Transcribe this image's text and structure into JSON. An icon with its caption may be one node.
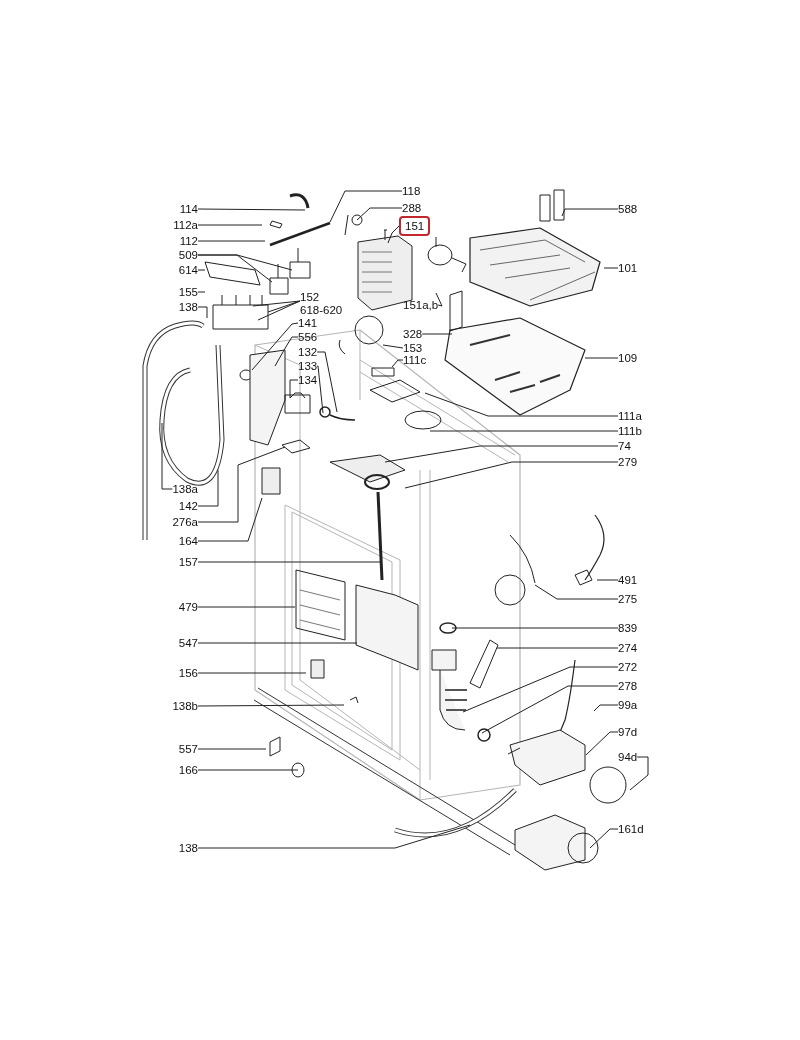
{
  "diagram": {
    "nodes": [
      {
        "text": [
          "114"
        ]
      },
      {
        "text": [
          "112a"
        ]
      },
      {
        "text": [
          "112"
        ]
      },
      {
        "text": [
          "509"
        ]
      },
      {
        "text": [
          "614"
        ]
      },
      {
        "text": [
          "155"
        ]
      },
      {
        "text": [
          "138"
        ]
      },
      {
        "text": [
          "152"
        ]
      },
      {
        "text": [
          "141"
        ]
      },
      {
        "text": [
          "556"
        ]
      },
      {
        "text": [
          "132"
        ]
      },
      {
        "text": [
          "133"
        ]
      },
      {
        "text": [
          "134"
        ]
      },
      {
        "text": [
          "138a"
        ]
      },
      {
        "text": [
          "142"
        ]
      },
      {
        "text": [
          "276a"
        ]
      },
      {
        "text": [
          "164"
        ]
      },
      {
        "text": [
          "157"
        ]
      },
      {
        "text": [
          "479"
        ]
      },
      {
        "text": [
          "547"
        ]
      },
      {
        "text": [
          "156"
        ]
      },
      {
        "text": [
          "138b"
        ]
      },
      {
        "text": [
          "557"
        ]
      },
      {
        "text": [
          "166"
        ]
      },
      {
        "text": [
          "138"
        ]
      },
      {
        "text": [
          "118"
        ]
      },
      {
        "text": [
          "288"
        ]
      },
      {
        "text": [
          "151"
        ]
      },
      {
        "text": [
          "151a,b"
        ]
      },
      {
        "text": [
          "328"
        ]
      },
      {
        "text": [
          "153"
        ]
      },
      {
        "text": [
          "111c"
        ]
      },
      {
        "text": [
          "588"
        ]
      },
      {
        "text": [
          "101"
        ]
      },
      {
        "text": [
          "109"
        ]
      },
      {
        "text": [
          "111a"
        ]
      },
      {
        "text": [
          "111b"
        ]
      },
      {
        "text": [
          "74"
        ]
      },
      {
        "text": [
          "279"
        ]
      },
      {
        "text": [
          "491"
        ]
      },
      {
        "text": [
          "275"
        ]
      },
      {
        "text": [
          "839"
        ]
      },
      {
        "text": [
          "274"
        ]
      },
      {
        "text": [
          "272"
        ]
      },
      {
        "text": [
          "278"
        ]
      },
      {
        "text": [
          "99a"
        ]
      },
      {
        "text": [
          "97d"
        ]
      },
      {
        "text": [
          "94d"
        ]
      },
      {
        "text": [
          "161d"
        ]
      }
    ],
    "edges": [
      {
        "from": 0,
        "to": null,
        "arrow": "none"
      },
      {
        "from": 1,
        "to": null,
        "arrow": "none"
      },
      {
        "from": 2,
        "to": null,
        "arrow": "none"
      },
      {
        "from": 3,
        "to": null,
        "arrow": "none"
      },
      {
        "from": 3,
        "to": null,
        "arrow": "none"
      },
      {
        "from": 4,
        "to": null,
        "arrow": "none"
      },
      {
        "from": 5,
        "to": null,
        "arrow": "none"
      },
      {
        "from": 6,
        "to": null,
        "arrow": "none"
      },
      {
        "from": 7,
        "to": null,
        "arrow": "none"
      },
      {
        "from": 7,
        "to": null,
        "arrow": "none"
      },
      {
        "from": 7,
        "to": null,
        "arrow": "none"
      },
      {
        "from": 8,
        "to": null,
        "arrow": "none"
      },
      {
        "from": 9,
        "to": null,
        "arrow": "none"
      },
      {
        "from": 10,
        "to": null,
        "arrow": "none"
      },
      {
        "from": 11,
        "to": null,
        "arrow": "none"
      },
      {
        "from": 12,
        "to": null,
        "arrow": "none"
      },
      {
        "from": 13,
        "to": null,
        "arrow": "none"
      },
      {
        "from": 14,
        "to": null,
        "arrow": "none"
      },
      {
        "from": 15,
        "to": null,
        "arrow": "none"
      },
      {
        "from": 16,
        "to": null,
        "arrow": "none"
      },
      {
        "from": 17,
        "to": null,
        "arrow": "none"
      },
      {
        "from": 18,
        "to": null,
        "arrow": "none"
      },
      {
        "from": 19,
        "to": null,
        "arrow": "none"
      },
      {
        "from": 20,
        "to": null,
        "arrow": "none"
      },
      {
        "from": 21,
        "to": null,
        "arrow": "none"
      },
      {
        "from": 22,
        "to": null,
        "arrow": "none"
      },
      {
        "from": 23,
        "to": null,
        "arrow": "none"
      },
      {
        "from": 24,
        "to": null,
        "arrow": "none"
      },
      {
        "from": 25,
        "to": null,
        "arrow": "none"
      },
      {
        "from": 26,
        "to": null,
        "arrow": "none"
      },
      {
        "from": 27,
        "to": null,
        "arrow": "none"
      },
      {
        "from": 28,
        "to": null,
        "arrow": "none"
      },
      {
        "from": 29,
        "to": null,
        "arrow": "none"
      },
      {
        "from": 30,
        "to": null,
        "arrow": "none"
      },
      {
        "from": 31,
        "to": null,
        "arrow": "none"
      },
      {
        "from": 32,
        "to": null,
        "arrow": "none"
      },
      {
        "from": 33,
        "to": null,
        "arrow": "none"
      },
      {
        "from": 34,
        "to": null,
        "arrow": "none"
      },
      {
        "from": 35,
        "to": null,
        "arrow": "none"
      },
      {
        "from": 36,
        "to": null,
        "arrow": "none"
      },
      {
        "from": 37,
        "to": null,
        "arrow": "none"
      },
      {
        "from": 38,
        "to": null,
        "arrow": "none"
      },
      {
        "from": 39,
        "to": null,
        "arrow": "none"
      },
      {
        "from": 40,
        "to": null,
        "arrow": "none"
      },
      {
        "from": 41,
        "to": null,
        "arrow": "none"
      },
      {
        "from": 42,
        "to": null,
        "arrow": "none"
      },
      {
        "from": 43,
        "to": null,
        "arrow": "none"
      },
      {
        "from": 44,
        "to": null,
        "arrow": "none"
      },
      {
        "from": 45,
        "to": null,
        "arrow": "none"
      },
      {
        "from": 46,
        "to": null,
        "arrow": "none"
      },
      {
        "from": 47,
        "to": null,
        "arrow": "none"
      },
      {
        "from": 48,
        "to": null,
        "arrow": "none"
      }
    ],
    "labels": [
      "618-620"
    ]
  }
}
